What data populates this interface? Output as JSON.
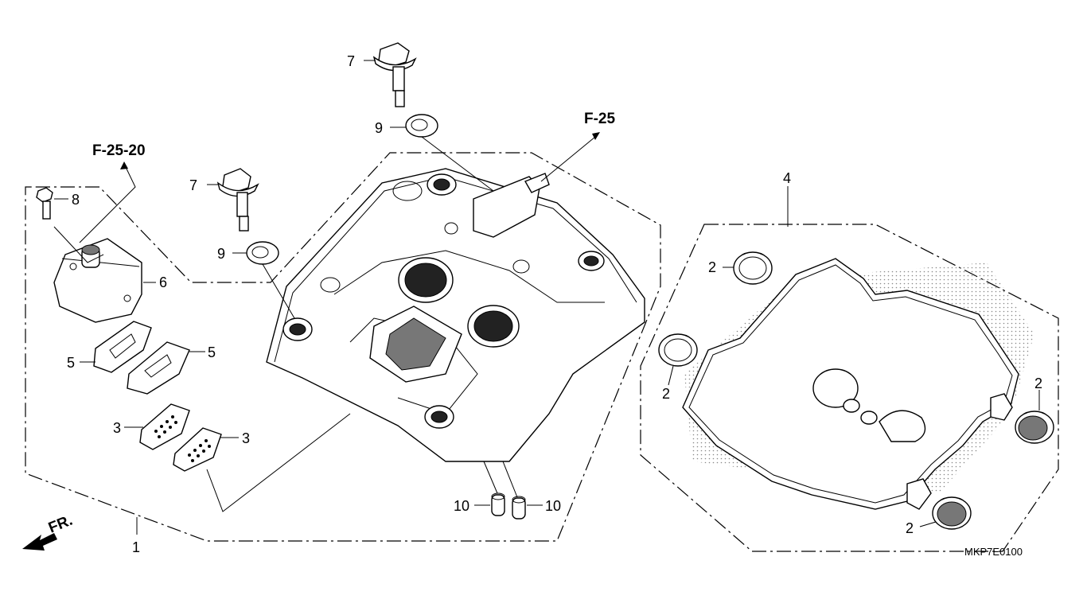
{
  "references": {
    "breather": "F-25",
    "head_cover_side": "F-25-20",
    "front_indicator": "FR."
  },
  "callouts": {
    "c1": "1",
    "c2a": "2",
    "c2b": "2",
    "c2c": "2",
    "c2d": "2",
    "c3a": "3",
    "c3b": "3",
    "c4": "4",
    "c5a": "5",
    "c5b": "5",
    "c6": "6",
    "c7a": "7",
    "c7b": "7",
    "c8": "8",
    "c9a": "9",
    "c9b": "9",
    "c10a": "10",
    "c10b": "10"
  },
  "diagram_code": "MKP7E0100"
}
